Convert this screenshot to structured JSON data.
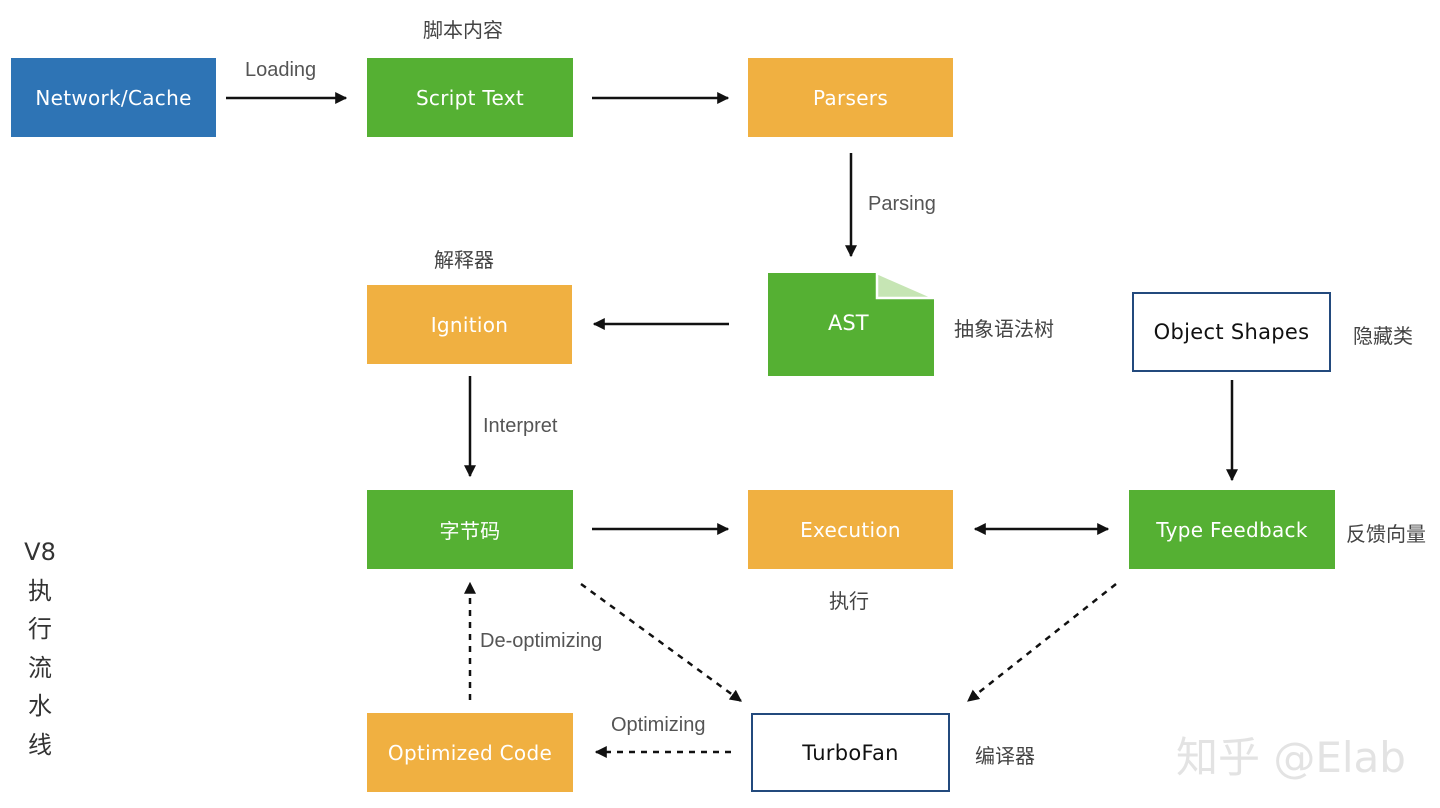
{
  "nodes": {
    "network": "Network/Cache",
    "script_text": "Script Text",
    "parsers": "Parsers",
    "ast": "AST",
    "ignition": "Ignition",
    "object_shapes": "Object Shapes",
    "bytecode": "字节码",
    "execution": "Execution",
    "type_feedback": "Type Feedback",
    "optimized_code": "Optimized Code",
    "turbofan": "TurboFan"
  },
  "edge_labels": {
    "loading": "Loading",
    "parsing": "Parsing",
    "interpret": "Interpret",
    "deoptimizing": "De-optimizing",
    "optimizing": "Optimizing"
  },
  "annotations": {
    "script_content": "脚本内容",
    "interpreter": "解释器",
    "ast_cn": "抽象语法树",
    "hidden_class": "隐藏类",
    "feedback_vector": "反馈向量",
    "execute": "执行",
    "compiler": "编译器"
  },
  "title_chars": [
    "V8",
    "执",
    "行",
    "流",
    "水",
    "线"
  ],
  "watermark": "知乎 @Elab",
  "colors": {
    "blue": "#2e74b5",
    "green": "#55b033",
    "orange": "#f0b041",
    "outline": "#234a7d"
  }
}
